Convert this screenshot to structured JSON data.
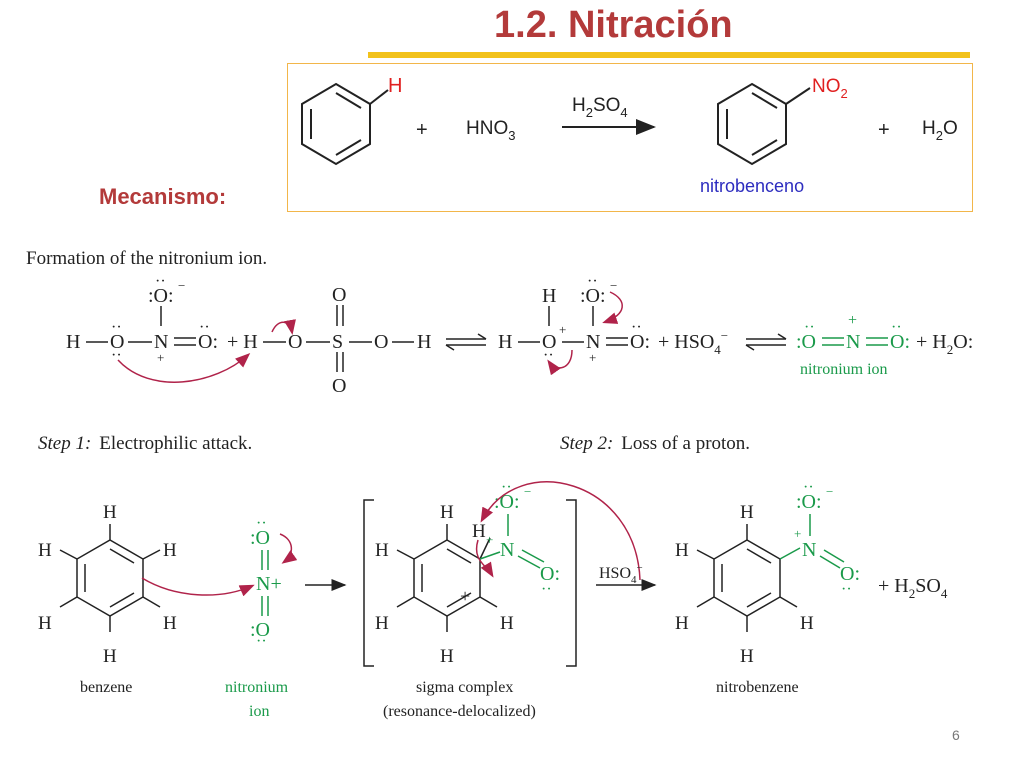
{
  "slide": {
    "title": "1.2. Nitración",
    "subtitle": "Mecanismo:",
    "page_number": "6"
  },
  "overview": {
    "reactant_substituent": "H",
    "plus_1": "+",
    "reagent_main": "HNO",
    "reagent_sub": "3",
    "catalyst_main": "H",
    "catalyst_sub1": "2",
    "catalyst_mid": "SO",
    "catalyst_sub2": "4",
    "product_substituent_main": "NO",
    "product_substituent_sub": "2",
    "product_name": "nitrobenceno",
    "plus_2": "+",
    "byproduct_main": "H",
    "byproduct_sub": "2",
    "byproduct_end": "O"
  },
  "nitronium_formation": {
    "heading": "Formation of the nitronium ion.",
    "nitronium_label": "nitronium ion",
    "hso4": "+ HSO",
    "hso4_sub": "4",
    "hso4_sup": "−",
    "water": "+ H",
    "water_sub": "2",
    "water_end": "O"
  },
  "steps": {
    "step1_label": "Step 1:",
    "step1_text": "Electrophilic attack.",
    "step2_label": "Step 2:",
    "step2_text": "Loss of a proton.",
    "benzene_label": "benzene",
    "nitronium_label_1": "nitronium",
    "nitronium_label_2": "ion",
    "sigma_label_1": "sigma complex",
    "sigma_label_2": "(resonance-delocalized)",
    "nitrobenzene_label": "nitrobenzene",
    "arrow_reagent": "HSO",
    "arrow_reagent_sub": "4",
    "arrow_reagent_sup": "−",
    "product_plus": "+ H",
    "product_sub1": "2",
    "product_mid": "SO",
    "product_sub2": "4"
  },
  "colors": {
    "title_red": "#b33a3a",
    "accent_yellow": "#f2c21b",
    "box_border": "#f2b64a",
    "chem_green": "#1a9a4a",
    "arrow_red": "#b0234a",
    "label_blue": "#2d2dbf",
    "substituent_red": "#e02020"
  }
}
